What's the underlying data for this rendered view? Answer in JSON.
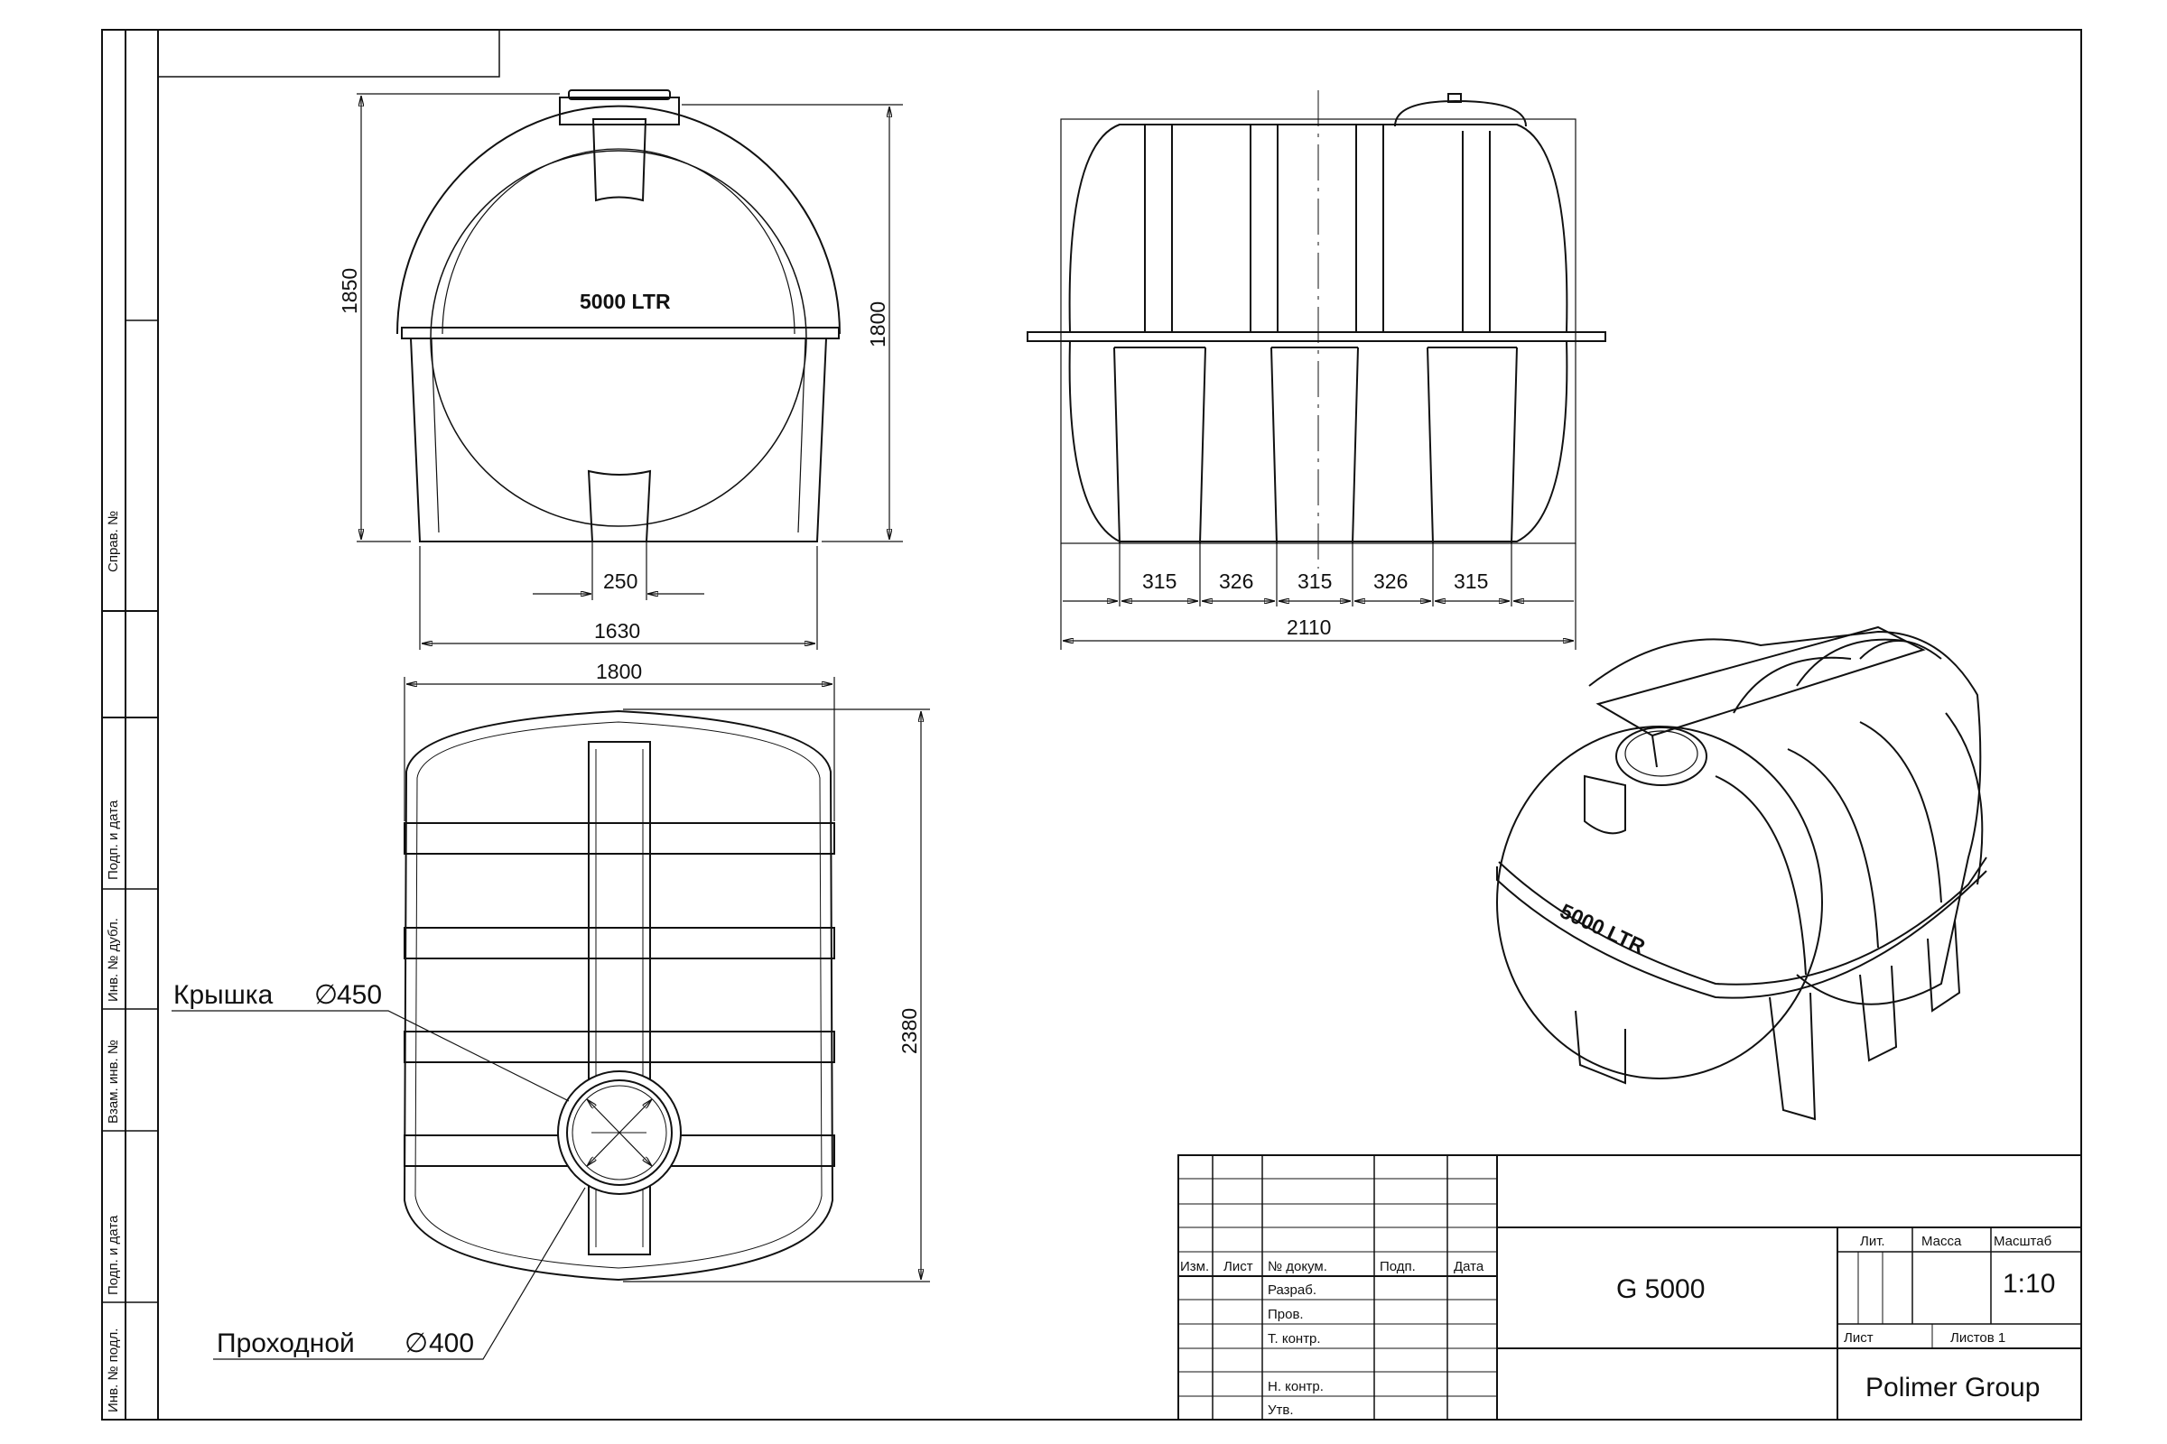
{
  "front_view": {
    "tank_label": "5000 LTR",
    "dim_height_total": "1850",
    "dim_height_body": "1800",
    "dim_foot_width": "250",
    "dim_base_width": "1630"
  },
  "side_view": {
    "dims_segments": [
      "315",
      "326",
      "315",
      "326",
      "315"
    ],
    "dim_length": "2110"
  },
  "top_view": {
    "dim_width": "1800",
    "dim_length": "2380",
    "lid_label": "Крышка",
    "lid_symbol": "∅",
    "lid_size": "450",
    "hatch_label": "Проходной",
    "hatch_symbol": "∅",
    "hatch_size": "400"
  },
  "iso_view": {
    "tank_label": "5000 LTR"
  },
  "side_stamp": {
    "labels": [
      "Справ. №",
      "Подп. и дата",
      "Инв. № дубл.",
      "Взам. инв. №",
      "Подп. и дата",
      "Инв. № подл."
    ]
  },
  "title_block": {
    "col_headers": [
      "Изм.",
      "Лист",
      "№ докум.",
      "Подп.",
      "Дата"
    ],
    "rows": [
      "Разраб.",
      "Пров.",
      "Т. контр.",
      "",
      "Н. контр.",
      "Утв."
    ],
    "designation": "G 5000",
    "lit_label": "Лит.",
    "mass_label": "Масса",
    "scale_label": "Масштаб",
    "scale_value": "1:10",
    "sheet_label": "Лист",
    "sheets_label": "Листов 1",
    "company": "Polimer Group"
  }
}
